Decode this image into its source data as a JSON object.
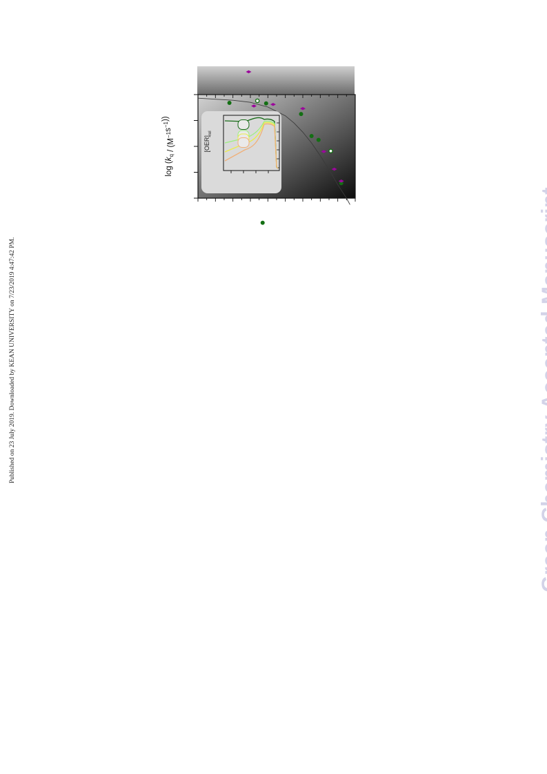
{
  "page": {
    "side_note": "Published on 23 July 2019. Downloaded by KEAN UNIVERSITY on 7/23/2019 4:47:42 PM.",
    "watermark": "Green Chemistry Accepted Manuscript"
  },
  "chart_data": {
    "type": "scatter",
    "orientation": "rotated 90° counter-clockwise",
    "ylabel": "log (k_q / (M⁻¹s⁻¹))",
    "ylim": [
      0,
      4
    ],
    "xlim": [
      0,
      9
    ],
    "grid": false,
    "background": "gradient",
    "fit_curve": {
      "x": [
        0,
        2,
        3,
        4,
        5,
        5.5,
        6,
        6.5,
        7,
        7.5,
        8,
        8.5,
        8.7
      ],
      "y": [
        3.86,
        3.78,
        3.7,
        3.52,
        3.18,
        2.9,
        2.55,
        2.13,
        1.64,
        1.1,
        0.52,
        0.0,
        -0.25
      ]
    },
    "series": [
      {
        "color": "#136f13",
        "marker": "circle",
        "points": [
          [
            1.8,
            3.68
          ],
          [
            3.9,
            3.66
          ],
          [
            5.9,
            3.25
          ],
          [
            6.5,
            2.4
          ],
          [
            6.9,
            2.25
          ],
          [
            8.2,
            0.58
          ]
        ]
      },
      {
        "color": "#9b079b",
        "marker": "diamond",
        "points": [
          [
            3.2,
            3.56
          ],
          [
            4.3,
            3.62
          ],
          [
            6.0,
            3.46
          ],
          [
            7.2,
            1.8
          ],
          [
            7.8,
            1.12
          ],
          [
            8.2,
            0.66
          ]
        ]
      },
      {
        "color": "#136f13",
        "marker": "circle-open",
        "points": [
          [
            3.4,
            3.76
          ],
          [
            7.6,
            1.82
          ]
        ]
      }
    ],
    "stray_markers": [
      {
        "color": "#9b079b",
        "marker": "diamond",
        "x": 2.9,
        "y": 4.88
      },
      {
        "color": "#136f13",
        "marker": "circle",
        "x": 3.7,
        "y": -0.95
      }
    ],
    "inset": {
      "ylabel": "[OER]_rel",
      "curves": [
        {
          "color": "#176b17",
          "label": ""
        },
        {
          "color": "#9cf07f",
          "label": ""
        },
        {
          "color": "#ecec48",
          "label": ""
        },
        {
          "color": "#f0b078",
          "label": ""
        }
      ]
    }
  }
}
